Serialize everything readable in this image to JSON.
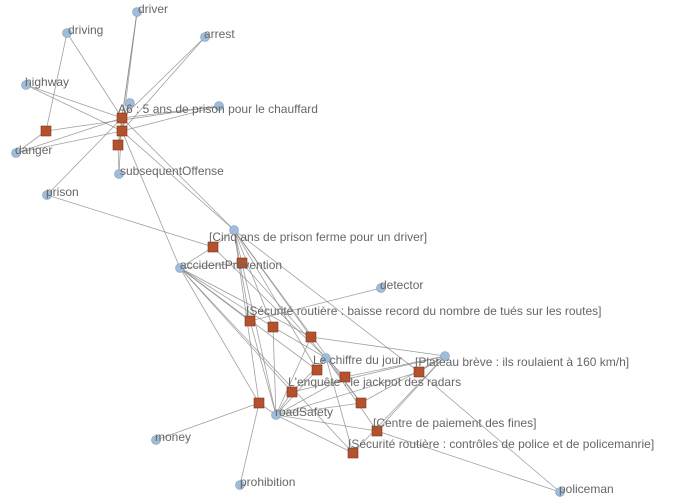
{
  "graph": {
    "concepts": [
      {
        "id": "driver",
        "label": "driver"
      },
      {
        "id": "driving",
        "label": "driving"
      },
      {
        "id": "arrest",
        "label": "arrest"
      },
      {
        "id": "highway",
        "label": "highway"
      },
      {
        "id": "danger",
        "label": "danger"
      },
      {
        "id": "subsequentOffense",
        "label": "subsequentOffense"
      },
      {
        "id": "prison",
        "label": "prison"
      },
      {
        "id": "accidentPrevention",
        "label": "accidentPrevention"
      },
      {
        "id": "detector",
        "label": "detector"
      },
      {
        "id": "roadSafety",
        "label": "roadSafety"
      },
      {
        "id": "money",
        "label": "money"
      },
      {
        "id": "prohibition",
        "label": "prohibition"
      },
      {
        "id": "policeman",
        "label": "policeman"
      },
      {
        "id": "c_a",
        "label": ""
      },
      {
        "id": "c_b",
        "label": ""
      },
      {
        "id": "c_c",
        "label": ""
      },
      {
        "id": "c_d",
        "label": ""
      },
      {
        "id": "c_e",
        "label": ""
      }
    ],
    "documents": [
      {
        "id": "d1",
        "label": "A6 : 5 ans de prison pour le chauffard"
      },
      {
        "id": "d2",
        "label": "[Cinq ans de prison ferme pour un driver]"
      },
      {
        "id": "d3",
        "label": "[Sécurité routière : baisse record du nombre de tués sur les routes]"
      },
      {
        "id": "d4",
        "label": "Le chiffre du jour"
      },
      {
        "id": "d5",
        "label": "[Plateau brève : ils roulaient à 160 km/h]"
      },
      {
        "id": "d6",
        "label": "L'enquête : le jackpot des radars"
      },
      {
        "id": "d7",
        "label": "[Centre de paiement des fines]"
      },
      {
        "id": "d8",
        "label": "[Sécurité routière : contrôles de police et de policemanrie]"
      },
      {
        "id": "d9",
        "label": ""
      },
      {
        "id": "d10",
        "label": ""
      },
      {
        "id": "d11",
        "label": ""
      },
      {
        "id": "d12",
        "label": ""
      },
      {
        "id": "d13",
        "label": ""
      },
      {
        "id": "d14",
        "label": ""
      },
      {
        "id": "d15",
        "label": ""
      },
      {
        "id": "d16",
        "label": ""
      },
      {
        "id": "d17",
        "label": ""
      }
    ],
    "edges": [
      [
        "d1",
        "driver"
      ],
      [
        "d1",
        "driving"
      ],
      [
        "d1",
        "arrest"
      ],
      [
        "d1",
        "highway"
      ],
      [
        "d1",
        "danger"
      ],
      [
        "d1",
        "subsequentOffense"
      ],
      [
        "d1",
        "prison"
      ],
      [
        "d1",
        "c_a"
      ],
      [
        "d1",
        "c_b"
      ],
      [
        "d9",
        "driver"
      ],
      [
        "d9",
        "arrest"
      ],
      [
        "d9",
        "highway"
      ],
      [
        "d9",
        "danger"
      ],
      [
        "d9",
        "c_b"
      ],
      [
        "d9",
        "c_a"
      ],
      [
        "d10",
        "driving"
      ],
      [
        "d10",
        "danger"
      ],
      [
        "d10",
        "c_b"
      ],
      [
        "d11",
        "driver"
      ],
      [
        "d11",
        "subsequentOffense"
      ],
      [
        "d11",
        "c_a"
      ],
      [
        "d9",
        "c_c"
      ],
      [
        "d1",
        "c_c"
      ],
      [
        "d9",
        "accidentPrevention"
      ],
      [
        "d2",
        "prison"
      ],
      [
        "d2",
        "c_c"
      ],
      [
        "d2",
        "c_d"
      ],
      [
        "d2",
        "accidentPrevention"
      ],
      [
        "d12",
        "c_c"
      ],
      [
        "d12",
        "accidentPrevention"
      ],
      [
        "d12",
        "roadSafety"
      ],
      [
        "d12",
        "c_d"
      ],
      [
        "d3",
        "accidentPrevention"
      ],
      [
        "d3",
        "detector"
      ],
      [
        "d3",
        "c_c"
      ],
      [
        "d3",
        "roadSafety"
      ],
      [
        "d13",
        "accidentPrevention"
      ],
      [
        "d13",
        "c_c"
      ],
      [
        "d13",
        "roadSafety"
      ],
      [
        "d13",
        "c_d"
      ],
      [
        "d14",
        "accidentPrevention"
      ],
      [
        "d14",
        "c_c"
      ],
      [
        "d14",
        "roadSafety"
      ],
      [
        "d14",
        "c_e"
      ],
      [
        "d4",
        "accidentPrevention"
      ],
      [
        "d4",
        "c_d"
      ],
      [
        "d4",
        "roadSafety"
      ],
      [
        "d4",
        "c_c"
      ],
      [
        "d5",
        "c_e"
      ],
      [
        "d5",
        "roadSafety"
      ],
      [
        "d5",
        "c_c"
      ],
      [
        "d5",
        "policeman"
      ],
      [
        "d6",
        "accidentPrevention"
      ],
      [
        "d6",
        "roadSafety"
      ],
      [
        "d6",
        "c_d"
      ],
      [
        "d6",
        "c_e"
      ],
      [
        "d15",
        "c_d"
      ],
      [
        "d15",
        "roadSafety"
      ],
      [
        "d15",
        "c_e"
      ],
      [
        "d16",
        "accidentPrevention"
      ],
      [
        "d16",
        "c_c"
      ],
      [
        "d16",
        "money"
      ],
      [
        "d16",
        "prohibition"
      ],
      [
        "d16",
        "roadSafety"
      ],
      [
        "d17",
        "roadSafety"
      ],
      [
        "d17",
        "c_d"
      ],
      [
        "d17",
        "c_c"
      ],
      [
        "d17",
        "c_e"
      ],
      [
        "d7",
        "roadSafety"
      ],
      [
        "d7",
        "c_e"
      ],
      [
        "d7",
        "c_d"
      ],
      [
        "d7",
        "policeman"
      ],
      [
        "d8",
        "roadSafety"
      ],
      [
        "d8",
        "c_e"
      ],
      [
        "d8",
        "c_d"
      ],
      [
        "d8",
        "accidentPrevention"
      ]
    ]
  }
}
